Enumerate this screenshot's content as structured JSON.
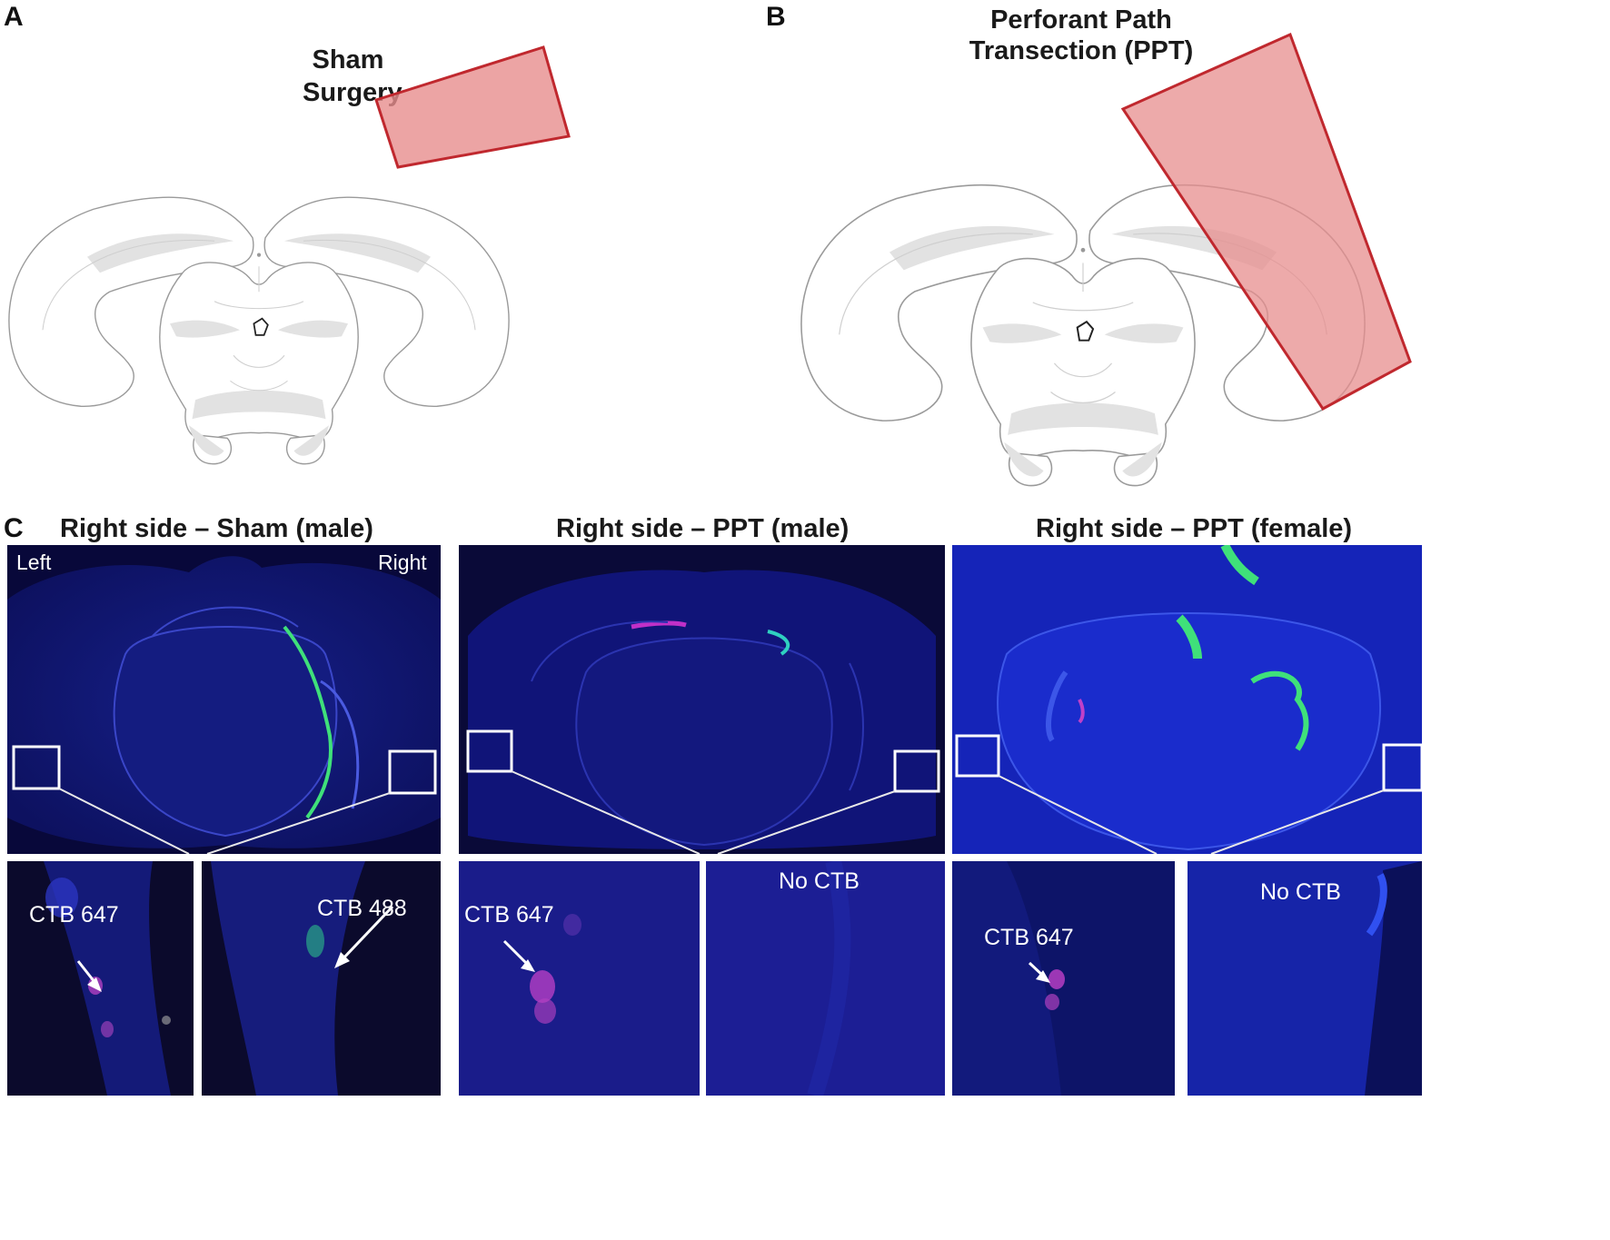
{
  "panel_a": {
    "letter": "A",
    "title": "Sham Surgery"
  },
  "panel_b": {
    "letter": "B",
    "title_line1": "Perforant Path",
    "title_line2": "Transection (PPT)"
  },
  "panel_c": {
    "letter": "C",
    "columns": [
      {
        "title": "Right side – Sham (male)",
        "side_left": "Left",
        "side_right": "Right",
        "inset_left_label": "CTB 647",
        "inset_right_label": "CTB 488"
      },
      {
        "title": "Right side – PPT (male)",
        "inset_left_label": "CTB 647",
        "inset_right_label": "No CTB"
      },
      {
        "title": "Right side – PPT (female)",
        "inset_left_label": "CTB 647",
        "inset_right_label": "No CTB"
      }
    ]
  },
  "colors": {
    "lesion_fill": "#e78d8d",
    "lesion_stroke": "#c0282e",
    "tissue_blue": "#1a1e8a",
    "ctb_488_green": "#3fe07a",
    "ctb_647_magenta": "#c040c8"
  }
}
